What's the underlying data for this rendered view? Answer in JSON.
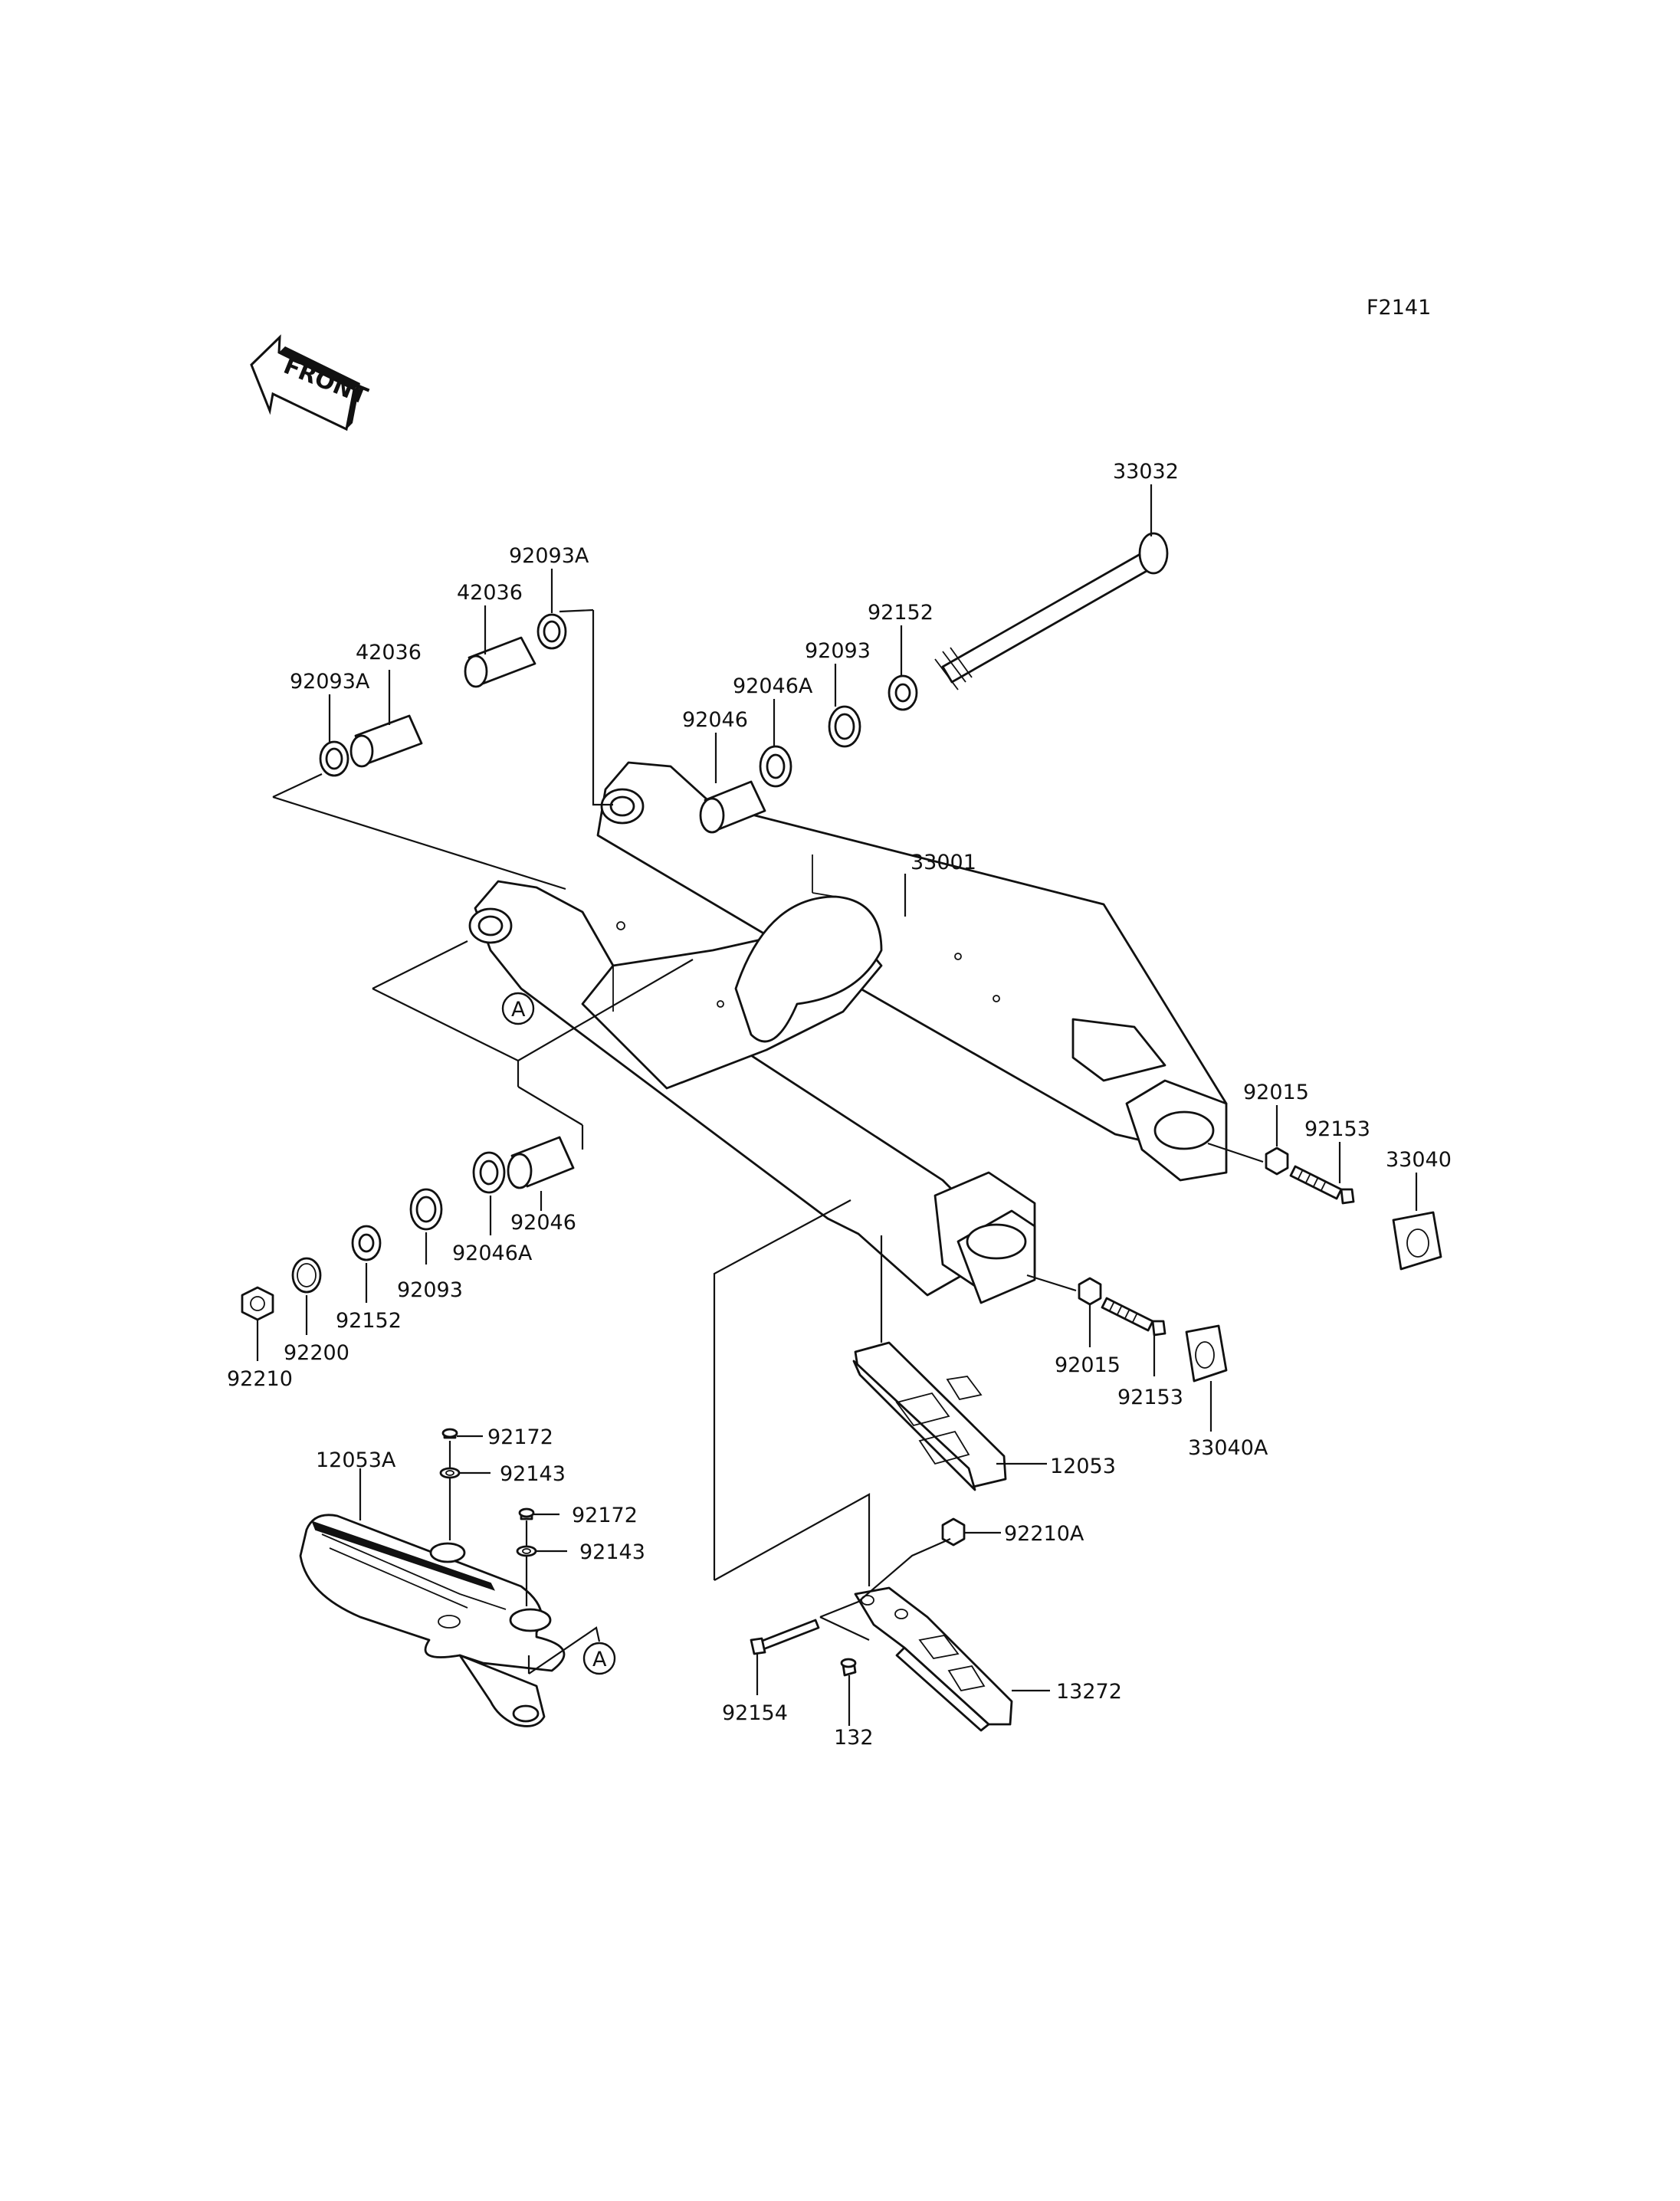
{
  "diagram": {
    "code": "F2141",
    "front_label": "FRONT",
    "callout_marker": "A",
    "part_labels": {
      "p33032": "33032",
      "p92093A_top": "92093A",
      "p42036_top": "42036",
      "p42036_left": "42036",
      "p92093A_left": "92093A",
      "p92152_top": "92152",
      "p92093_top": "92093",
      "p92046A_top": "92046A",
      "p92046_top": "92046",
      "p33001": "33001",
      "p92015_right": "92015",
      "p92153_right": "92153",
      "p33040": "33040",
      "p92046_bottom": "92046",
      "p92046A_bottom": "92046A",
      "p92093_bottom": "92093",
      "p92152_bottom": "92152",
      "p92200": "92200",
      "p92210": "92210",
      "p92015_bottom": "92015",
      "p92153_bottom": "92153",
      "p33040A": "33040A",
      "p12053": "12053",
      "p12053A": "12053A",
      "p92172_a": "92172",
      "p92143_a": "92143",
      "p92172_b": "92172",
      "p92143_b": "92143",
      "p92210A": "92210A",
      "p13272": "13272",
      "p92154": "92154",
      "p132": "132"
    }
  }
}
